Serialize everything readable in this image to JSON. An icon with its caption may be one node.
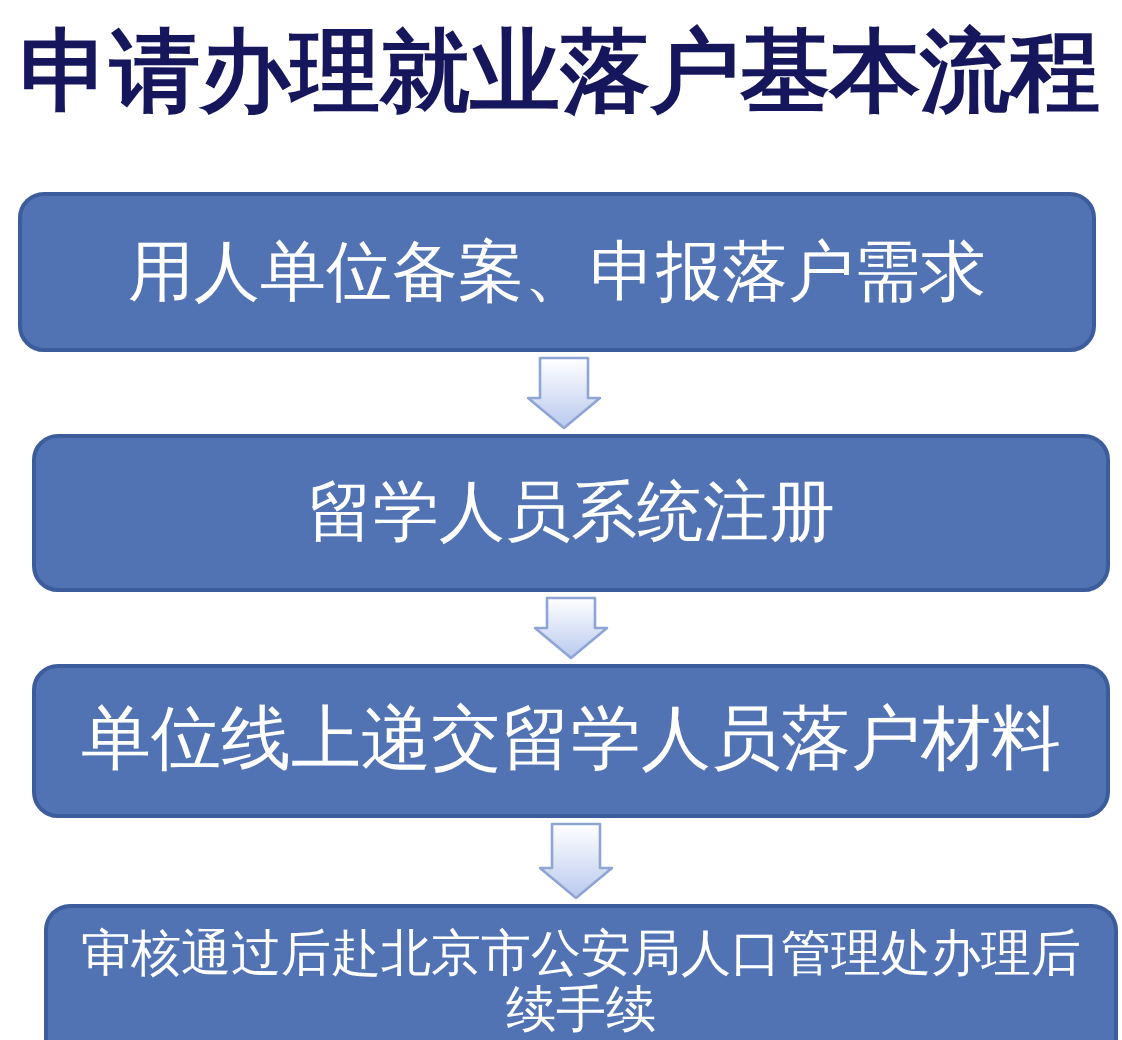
{
  "diagram": {
    "title": "申请办理就业落户基本流程",
    "nodes": [
      {
        "text": [
          "用人单位备案、申报落户需求"
        ]
      },
      {
        "text": [
          "留学人员系统注册"
        ]
      },
      {
        "text": [
          "单位线上递交留学人员落户材料"
        ]
      },
      {
        "text": [
          "审核通过后赴北京市公安局人口管理处办理后续手续"
        ]
      }
    ],
    "edges": [
      {
        "from": 0,
        "to": 1,
        "arrow": "to"
      },
      {
        "from": 1,
        "to": 2,
        "arrow": "to"
      },
      {
        "from": 2,
        "to": 3,
        "arrow": "to"
      }
    ]
  }
}
